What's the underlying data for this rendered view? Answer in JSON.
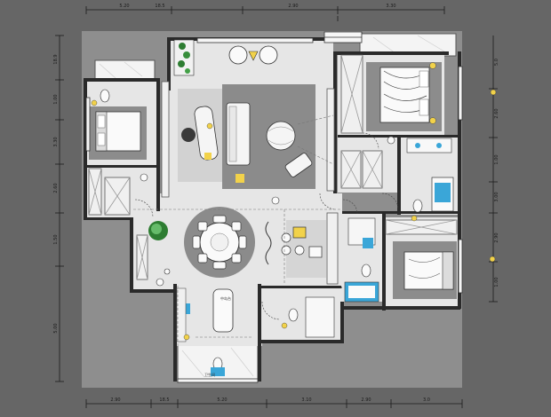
{
  "plan": {
    "palette": {
      "background": "#666666",
      "outside_pad": "#8e8e8e",
      "floor": "#e6e6e6",
      "room_fill": "#d9d9d9",
      "rug": "#8b8b8b",
      "wall": "#2a2a2a",
      "dim_line": "#202020",
      "accent_blue": "#3aa6d8",
      "accent_yellow": "#f2d24a",
      "plant_green": "#2e7d32",
      "marble": "#f4f4f4"
    },
    "top_dimensions": [
      "5.20",
      "18.5",
      "2.90",
      "3.30"
    ],
    "bottom_dimensions": [
      "2.90",
      "18.5",
      "5.20",
      "3.10",
      "2.90",
      "3.0"
    ],
    "left_dimensions": [
      "18.9",
      "1.00",
      "3.30",
      "2.60",
      "1.50",
      "5.00"
    ],
    "right_dimensions": [
      "5.0",
      "2.60",
      "1.00",
      "3.00",
      "2.90",
      "1.00"
    ],
    "icons": [
      "bed-icon",
      "sofa-icon",
      "armchair-icon",
      "dining-table-icon",
      "plant-icon",
      "toilet-icon",
      "bathtub-icon",
      "sink-icon",
      "lamp-icon",
      "door-swing-icon",
      "window-icon",
      "stove-icon"
    ],
    "room_labels": {
      "kitchen_island": "中岛台",
      "bathroom_bottom": "卫生间"
    }
  }
}
